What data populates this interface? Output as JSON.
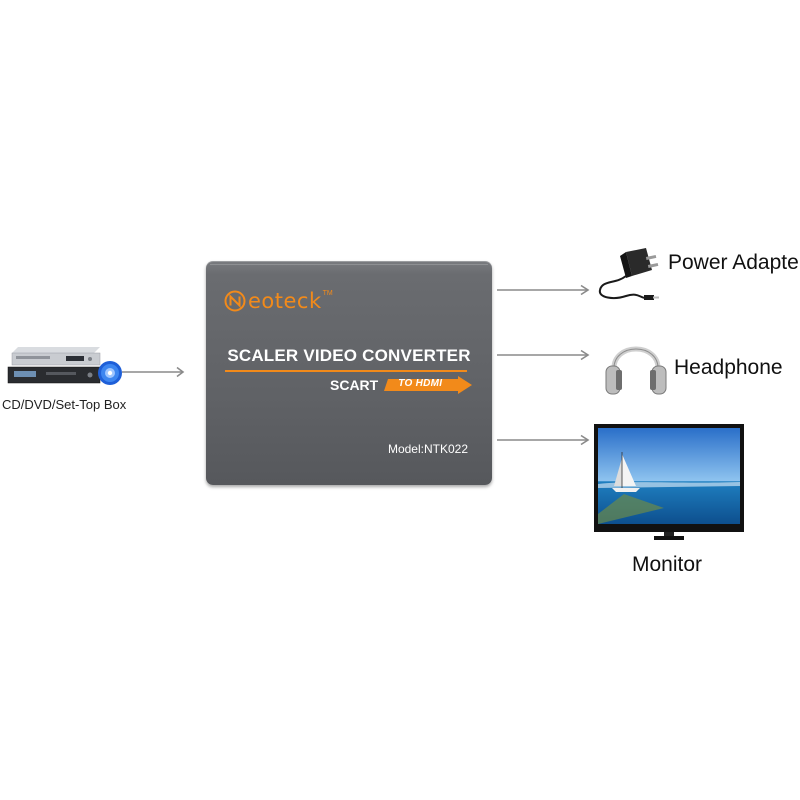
{
  "source": {
    "label": "CD/DVD/Set-Top Box"
  },
  "converter": {
    "brand": "eoteck",
    "brand_tm": "TM",
    "title": "SCALER VIDEO CONVERTER",
    "scart": "SCART",
    "to_hdmi": "TO HDMI",
    "model": "Model:NTK022"
  },
  "outputs": [
    {
      "label": "Power Adapter",
      "icon": "power-adapter-icon"
    },
    {
      "label": "Headphone",
      "icon": "headphone-icon"
    },
    {
      "label": "Monitor",
      "icon": "monitor-icon"
    }
  ],
  "colors": {
    "accent": "#f28a1a",
    "box": "#606266",
    "arrow": "#8a8a8a"
  }
}
